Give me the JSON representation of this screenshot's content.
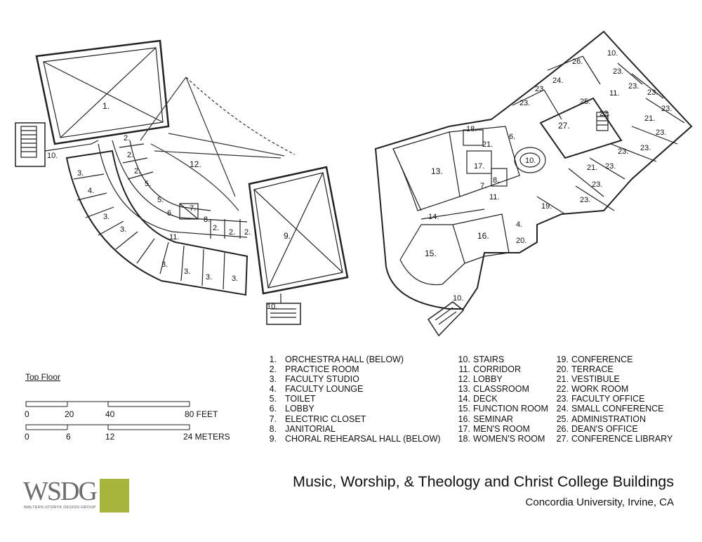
{
  "room_labels": {
    "orchestra_hall": "1.",
    "practice_room": "2.",
    "faculty_studio": "3.",
    "faculty_lounge": "4.",
    "toilet": "5.",
    "lobby_west": "6.",
    "electric_closet": "7.",
    "janitorial": "8.",
    "choral_hall": "9.",
    "stairs": "10.",
    "corridor": "11.",
    "lobby_big": "12.",
    "classroom": "13.",
    "deck": "14.",
    "function_room": "15.",
    "seminar": "16.",
    "mens_room": "17.",
    "womens_room": "18.",
    "conference": "19.",
    "terrace": "20.",
    "vestibule": "21.",
    "work_room": "22.",
    "faculty_office": "23.",
    "small_conference": "24.",
    "administration": "25.",
    "deans_office": "26.",
    "conference_library": "27."
  },
  "legend": {
    "col1": [
      {
        "num": "1.",
        "label": "ORCHESTRA HALL (BELOW)"
      },
      {
        "num": "2.",
        "label": "PRACTICE ROOM"
      },
      {
        "num": "3.",
        "label": "FACULTY STUDIO"
      },
      {
        "num": "4.",
        "label": "FACULTY LOUNGE"
      },
      {
        "num": "5.",
        "label": "TOILET"
      },
      {
        "num": "6.",
        "label": "LOBBY"
      },
      {
        "num": "7.",
        "label": "ELECTRIC CLOSET"
      },
      {
        "num": "8.",
        "label": "JANITORIAL"
      },
      {
        "num": "9.",
        "label": "CHORAL REHEARSAL  HALL (BELOW)"
      }
    ],
    "col2": [
      {
        "num": "10.",
        "label": "STAIRS"
      },
      {
        "num": "11.",
        "label": "CORRIDOR"
      },
      {
        "num": "12.",
        "label": "LOBBY"
      },
      {
        "num": "13.",
        "label": "CLASSROOM"
      },
      {
        "num": "14.",
        "label": "DECK"
      },
      {
        "num": "15.",
        "label": "FUNCTION ROOM"
      },
      {
        "num": "16.",
        "label": "SEMINAR"
      },
      {
        "num": "17.",
        "label": "MEN'S ROOM"
      },
      {
        "num": "18.",
        "label": "WOMEN'S ROOM"
      }
    ],
    "col3": [
      {
        "num": "19.",
        "label": "CONFERENCE"
      },
      {
        "num": "20.",
        "label": "TERRACE"
      },
      {
        "num": "21.",
        "label": "VESTIBULE"
      },
      {
        "num": "22.",
        "label": "WORK ROOM"
      },
      {
        "num": "23.",
        "label": "FACULTY OFFICE"
      },
      {
        "num": "24.",
        "label": "SMALL CONFERENCE"
      },
      {
        "num": "25.",
        "label": "ADMINISTRATION"
      },
      {
        "num": "26.",
        "label": "DEAN'S OFFICE"
      },
      {
        "num": "27.",
        "label": "CONFERENCE LIBRARY"
      }
    ]
  },
  "floor_label": "Top Floor",
  "scale": {
    "feet": [
      "0",
      "20",
      "40",
      "80 FEET"
    ],
    "meters": [
      "0",
      "6",
      "12",
      "24 METERS"
    ]
  },
  "logo": {
    "letters": "WSDG",
    "subtitle": "WALTERS-STORYK DESIGN GROUP",
    "accent_color": "#a9b43a"
  },
  "title": "Music, Worship, & Theology and Christ College Buildings",
  "subtitle": "Concordia University, Irvine, CA"
}
